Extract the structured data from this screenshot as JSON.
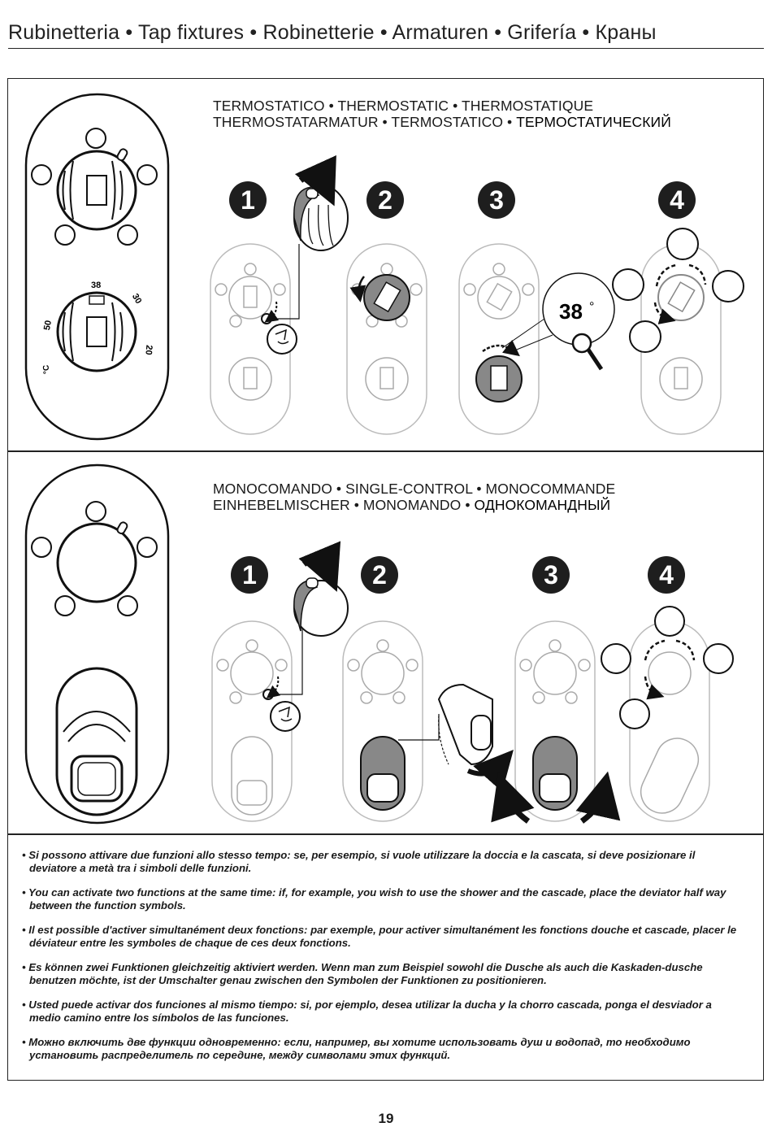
{
  "header": {
    "title": "Rubinetteria • Tap fixtures • Robinetterie •  Armaturen • Grifería • Краны"
  },
  "thermostatic": {
    "heading_line1": "TERMOSTATICO • THERMOSTATIC • THERMOSTATIQUE",
    "heading_line2_latin": "THERMOSTATARMATUR • TERMOSTATICO • ",
    "heading_line2_ru": "ТЕРМОСТАТИЧЕСКИЙ",
    "steps": [
      "1",
      "2",
      "3",
      "4"
    ],
    "dial_labels": {
      "t38": "38",
      "t30": "30",
      "t50": "50",
      "t20": "20",
      "unit": "°C"
    },
    "zoom_value": "38",
    "zoom_unit": "°"
  },
  "single_control": {
    "heading_line1": "MONOCOMANDO • SINGLE-CONTROL • MONOCOMMANDE",
    "heading_line2_latin": "EINHEBELMISCHER • MONOMANDO • ",
    "heading_line2_ru": "ОДНОКОМАНДНЫЙ",
    "steps": [
      "1",
      "2",
      "3",
      "4"
    ]
  },
  "notes": [
    "• Si possono attivare due funzioni allo stesso tempo: se, per esempio, si vuole utilizzare la doccia e la cascata, si deve posizionare il deviatore a metà tra i simboli delle funzioni.",
    "• You can activate two functions at the same time: if, for example, you wish to use the shower and the cascade, place the deviator half way between the function symbols.",
    "• Il est possible d'activer simultanément deux fonctions: par exemple, pour activer simultanément les fonctions douche et cascade, placer le déviateur entre les symboles de chaque de ces deux fonctions.",
    "• Es können zwei Funktionen gleichzeitig aktiviert werden. Wenn man zum Beispiel sowohl die Dusche als auch die Kaskaden-dusche benutzen möchte, ist der Umschalter genau zwischen den Symbolen der Funktionen zu positionieren.",
    "• Usted puede activar dos funciones al mismo tiempo: si, por ejemplo, desea utilizar la ducha y la chorro cascada, ponga el desviador a medio camino entre los símbolos de las funciones.",
    "• Можно включить две функции одновременно: если, например, вы хотите использовать душ и водопад, то необходимо установить распределитель по середине, между символами этих функций."
  ],
  "page_number": "19"
}
